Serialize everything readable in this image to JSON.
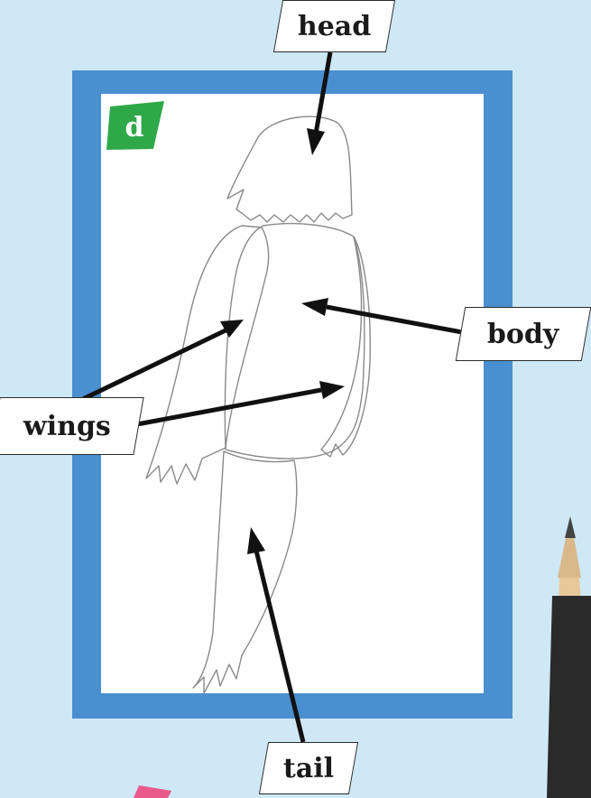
{
  "step_badge": {
    "text": "d",
    "color": "#2fa84a"
  },
  "labels": {
    "head": "head",
    "body": "body",
    "wings": "wings",
    "tail": "tail"
  },
  "colors": {
    "background": "#cfe8f6",
    "frame": "#4a8fd0",
    "paper": "#ffffff",
    "pencil_line": "#8a8a8a",
    "arrow": "#111111"
  },
  "icons": {
    "pencil": "pencil-icon"
  }
}
